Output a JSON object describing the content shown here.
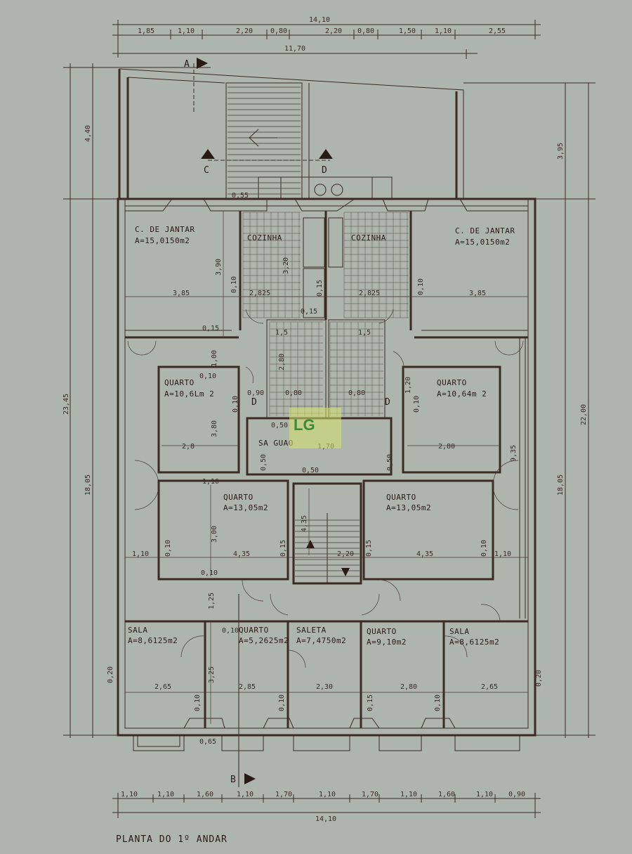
{
  "title": "PLANTA DO 1º ANDAR",
  "logo_text": "LG",
  "section_markers": [
    "A",
    "B",
    "C",
    "D"
  ],
  "top_dims": {
    "total": "14,10",
    "segments": [
      "1,85",
      "1,10",
      "2,20",
      "0,80",
      "2,20",
      "0,80",
      "1,50",
      "1,10",
      "2,55"
    ],
    "inner": "11,70"
  },
  "bottom_dims": {
    "total": "14,10",
    "segments": [
      "1,10",
      "1,10",
      "1,60",
      "1,10",
      "1,70",
      "1,10",
      "1,70",
      "1,10",
      "1,60",
      "1,10",
      "0,90"
    ]
  },
  "side_dims": {
    "left_total": "23,45",
    "left_top": "4,40",
    "left_main": "18,05",
    "right_total": "22,00",
    "right_top": "3,95",
    "right_main": "18,05",
    "left_edge": "0,20",
    "right_edge": "0,20",
    "right_mid": "9,35"
  },
  "rooms": [
    {
      "name": "C. DE JANTAR",
      "area": "A=15,0150m2"
    },
    {
      "name": "C. DE JANTAR",
      "area": "A=15,0150m2"
    },
    {
      "name": "COZINHA",
      "area": ""
    },
    {
      "name": "COZINHA",
      "area": ""
    },
    {
      "name": "QUARTO",
      "area": "A=10,6Lm 2"
    },
    {
      "name": "QUARTO",
      "area": "A=10,64m 2"
    },
    {
      "name": "SA GUAO",
      "area": ""
    },
    {
      "name": "QUARTO",
      "area": "A=13,05m2"
    },
    {
      "name": "QUARTO",
      "area": "A=13,05m2"
    },
    {
      "name": "SALA",
      "area": "A=8,6125m2"
    },
    {
      "name": "QUARTO",
      "area": "A=5,2625m2"
    },
    {
      "name": "SALETA",
      "area": "A=7,4750m2"
    },
    {
      "name": "QUARTO",
      "area": "A=9,10m2"
    },
    {
      "name": "SALA",
      "area": "A=8,6125m2"
    }
  ],
  "inner_dims": {
    "jantar_w": "3,85",
    "jantar_w2": "3,85",
    "jantar_h": "3,90",
    "coz_w": "2,825",
    "coz_w2": "2,825",
    "coz_h": "3,20",
    "q_w": "2,8",
    "q_w2": "2,80",
    "q_h": "3,80",
    "q13_w": "4,35",
    "q13_w2": "4,35",
    "q13_h": "3,00",
    "stair_w": "2,20",
    "stair_h": "4,35",
    "sala_w": "2,65",
    "sala_w2": "2,65",
    "q5_w": "2,85",
    "saleta_w": "2,30",
    "q9_w": "2,80",
    "sala_h": "3,25",
    "t010": "0,10",
    "t015": "0,15",
    "t050": "0,50",
    "t090": "0,90",
    "t080": "0,80",
    "t120": "1,20",
    "t15": "1,5",
    "t280": "2,80",
    "t110": "1,10",
    "t100": "1,00",
    "t065": "0,65",
    "t125": "1,25",
    "t170": "1,70",
    "t055": "0,55",
    "t020": "0,20",
    "dD": "D"
  }
}
